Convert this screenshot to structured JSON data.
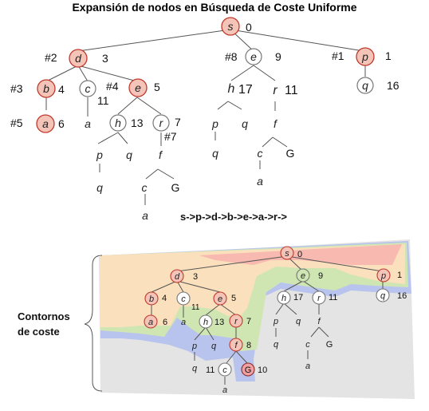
{
  "title": "Expansión de nodos en Búsqueda de Coste Uniforme",
  "sequence": "s->p->d->b->e->a->r->",
  "contour_label_1": "Contornos",
  "contour_label_2": "de coste",
  "colors": {
    "expanded_fill": "#f4c4b8",
    "expanded_stroke": "#c0392b",
    "goal_fill": "#f0a0a0",
    "contour_red": "#f7b9b0",
    "contour_orange": "#fbe0bd",
    "contour_green": "#cfe6b3",
    "contour_blue": "#b9c4ee",
    "contour_gray": "#e4e4e4"
  },
  "tree1": {
    "s": {
      "label": "s",
      "cost": "0"
    },
    "d": {
      "label": "d",
      "cost": "3",
      "order": "#2"
    },
    "e_top": {
      "label": "e",
      "cost": "9",
      "order": "#8"
    },
    "p_top": {
      "label": "p",
      "cost": "1",
      "order": "#1"
    },
    "q_p": {
      "label": "q",
      "cost": "16"
    },
    "b": {
      "label": "b",
      "cost": "4",
      "order": "#3"
    },
    "c": {
      "label": "c",
      "cost": "11"
    },
    "e": {
      "label": "e",
      "cost": "5",
      "order": "#4"
    },
    "a_b": {
      "label": "a",
      "cost": "6",
      "order": "#5"
    },
    "a_c": {
      "label": "a"
    },
    "h": {
      "label": "h",
      "cost": "13"
    },
    "r": {
      "label": "r",
      "cost": "7",
      "order": "#7"
    },
    "h_e9": {
      "label": "h",
      "cost": "17"
    },
    "r_e9": {
      "label": "r",
      "cost": "11"
    },
    "p_h": {
      "label": "p"
    },
    "q_h": {
      "label": "q"
    },
    "f_r": {
      "label": "f"
    },
    "q_ph": {
      "label": "q"
    },
    "c_f": {
      "label": "c"
    },
    "G_f": {
      "label": "G"
    },
    "a_cf": {
      "label": "a"
    },
    "p_h9": {
      "label": "p"
    },
    "q_h9": {
      "label": "q"
    },
    "f_r9": {
      "label": "f"
    },
    "q_ph9": {
      "label": "q"
    },
    "c_f9": {
      "label": "c"
    },
    "G_f9": {
      "label": "G"
    },
    "a_cf9": {
      "label": "a"
    }
  },
  "tree2": {
    "s": {
      "label": "s",
      "cost": "0"
    },
    "d": {
      "label": "d",
      "cost": "3"
    },
    "e_top": {
      "label": "e",
      "cost": "9"
    },
    "p_top": {
      "label": "p",
      "cost": "1"
    },
    "q_p": {
      "label": "q",
      "cost": "16"
    },
    "b": {
      "label": "b",
      "cost": "4"
    },
    "c": {
      "label": "c",
      "cost": "11"
    },
    "e": {
      "label": "e",
      "cost": "5"
    },
    "a_b": {
      "label": "a",
      "cost": "6"
    },
    "a_c": {
      "label": "a"
    },
    "h": {
      "label": "h",
      "cost": "13"
    },
    "r": {
      "label": "r",
      "cost": "7"
    },
    "f": {
      "label": "f",
      "cost": "8"
    },
    "p_h": {
      "label": "p"
    },
    "q_h": {
      "label": "q"
    },
    "q_ph": {
      "label": "q"
    },
    "c_f": {
      "label": "c",
      "cost": "11"
    },
    "G_f": {
      "label": "G",
      "cost": "10"
    },
    "a_cf": {
      "label": "a"
    },
    "h_e9": {
      "label": "h",
      "cost": "17"
    },
    "r_e9": {
      "label": "r",
      "cost": "11"
    },
    "p_h9": {
      "label": "p"
    },
    "q_h9": {
      "label": "q"
    },
    "f_r9": {
      "label": "f"
    },
    "q_ph9": {
      "label": "q"
    },
    "c_f9": {
      "label": "c"
    },
    "G_f9": {
      "label": "G"
    },
    "a_cf9": {
      "label": "a"
    }
  }
}
